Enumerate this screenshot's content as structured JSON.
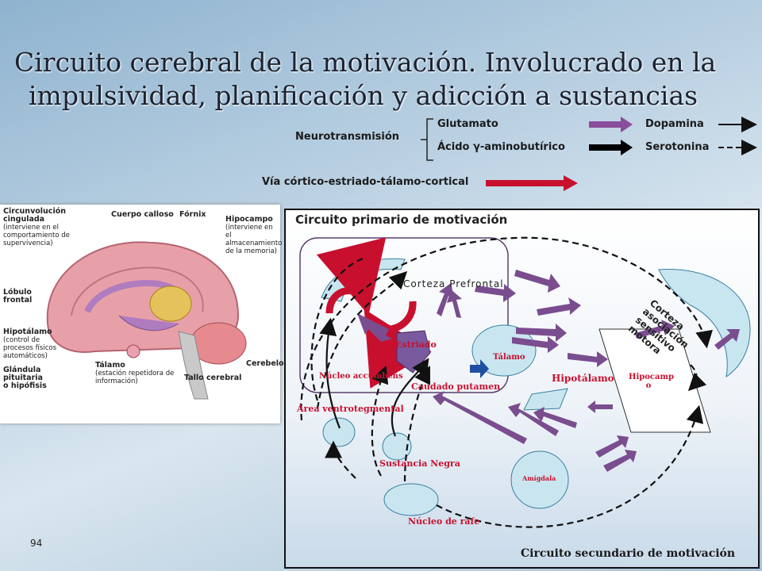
{
  "title": {
    "line1": "Circuito cerebral de la motivación. Involucrado en la",
    "line2": "impulsividad, planificación y adicción a sustancias"
  },
  "legend": {
    "neurotransmision": "Neurotransmisión",
    "glutamato": "Glutamato",
    "gaba": "Ácido γ-aminobutírico",
    "dopamina": "Dopamina",
    "serotonina": "Serotonina",
    "via": "Vía córtico-estriado-tálamo-cortical",
    "colors": {
      "glutamato": "#8a4d9c",
      "gaba": "#000000",
      "via": "#c8102e"
    }
  },
  "brain_image": {
    "circunvolucion": "Circunvolución cingulada",
    "circunvolucion_note": "(interviene en el comportamiento de supervivencia)",
    "cuerpo_calloso": "Cuerpo calloso",
    "fornix": "Fórnix",
    "hipocampo": "Hipocampo",
    "hipocampo_note": "(interviene en el almacenamiento de la memoria)",
    "lobulo": "Lóbulo frontal",
    "hipotalamo": "Hipotálamo",
    "hipotalamo_note": "(control de procesos físicos automáticos)",
    "glandula": "Glándula pituitaria o hipófisis",
    "talamo": "Tálamo",
    "talamo_note": "(estación repetidora de información)",
    "cerebelo": "Cerebelo",
    "tallo": "Tallo cerebral"
  },
  "diagram": {
    "primary_title": "Circuito primario de motivación",
    "secondary_title": "Circuito secundario de motivación",
    "corteza_prefrontal": "Corteza Prefrontal",
    "corteza_asociacion": "Corteza asociación sensitivo motora",
    "estriado": "Estriado",
    "talamo": "Tálamo",
    "nucleo_accumbens": "Núcleo accumbens",
    "caudado": "Caudado putamen",
    "hipotalamo": "Hipotálamo",
    "hipocampo_l1": "Hipocamp",
    "hipocampo_l2": "o",
    "area_vt": "Área ventrotegmental",
    "sustancia_negra": "Sustancia Negra",
    "amigdala": "Amígdala",
    "nucleo_rafe": "Núcleo de rafe"
  },
  "page_number": "94"
}
